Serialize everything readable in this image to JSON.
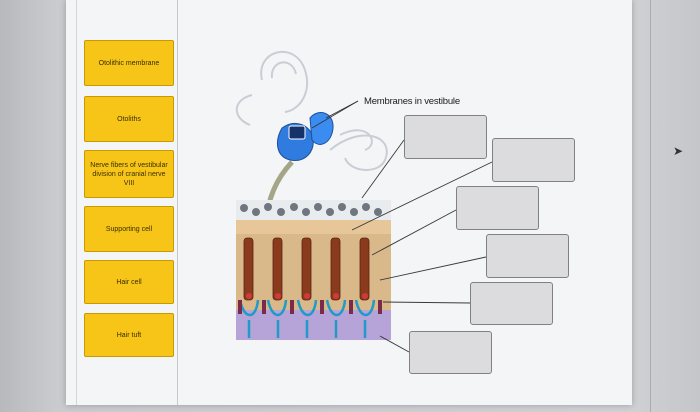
{
  "labels": [
    {
      "id": "otolithic-membrane",
      "text": "Otolithic membrane"
    },
    {
      "id": "otoliths",
      "text": "Otoliths"
    },
    {
      "id": "nerve-fibers",
      "text": "Nerve fibers of vestibular division of cranial nerve VIII"
    },
    {
      "id": "supporting-cell",
      "text": "Supporting cell"
    },
    {
      "id": "hair-cell",
      "text": "Hair cell"
    },
    {
      "id": "hair-tuft",
      "text": "Hair tuft"
    }
  ],
  "diagram": {
    "title": "Membranes in vestibule"
  },
  "colors": {
    "label_bg": "#f6c518",
    "drop_box": "#dcdcde",
    "vestibule": "#2f7be0"
  }
}
